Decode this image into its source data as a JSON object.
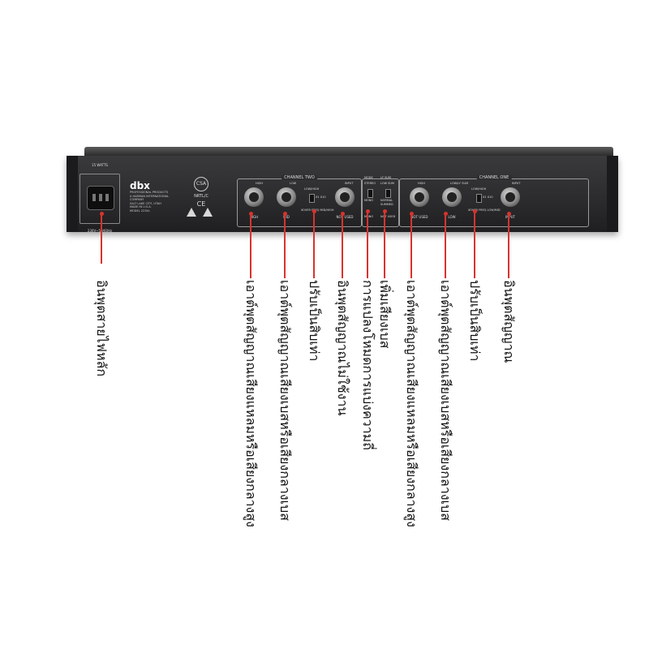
{
  "device": {
    "power_rating_top": "15 WATTS",
    "power_rating_bottom": "230V~50/60Hz",
    "brand": "dbx",
    "brand_lines": [
      "PROFESSIONAL PRODUCTS",
      "A HARMAN INTERNATIONAL",
      "COMPANY",
      "SALT LAKE CITY, UTAH",
      "MADE IN U.S.A.",
      "MODEL 223XL"
    ],
    "cert_text": "NRTL/C",
    "ce_mark": "CE",
    "channel_two": {
      "title": "CHANNEL TWO",
      "sub_high": "HIGH",
      "sub_low": "LOW",
      "switch_label": "LOW/HIGH",
      "range_label": "X1  X10",
      "freq_label": "XOVER FREQ MID/HIGH",
      "input_label": "INPUT",
      "high_label": "HIGH",
      "mid_label": "MID",
      "not_used_label": "NOT USED"
    },
    "mode": {
      "title": "MODE",
      "stereo": "STEREO",
      "mono": "MONO",
      "mono_label": "MONO"
    },
    "lf_sum": {
      "title": "LF SUM",
      "low_sum": "LOW SUM",
      "normal": "NORMAL",
      "summed": "SUMMED",
      "not_used": "NOT USED"
    },
    "channel_one": {
      "title": "CHANNEL ONE",
      "sub_high": "HIGH",
      "sub_low": "LOW/LF SUM",
      "switch_label": "LOW/HIGH",
      "range_label": "X1  X10",
      "freq_label": "XOVER FREQ LOW/MID",
      "input_label": "INPUT",
      "not_used_label": "NOT USED",
      "low_label": "LOW",
      "input_label_bottom": "INPUT"
    }
  },
  "callouts": [
    {
      "text": "อินพุตสายไฟหลัก"
    },
    {
      "text": "เอาต์พุตสัญญาณเสียงแหลมหรือเสียงกลางสูง"
    },
    {
      "text": "เอาต์พุตสัญญาณเสียงเบสหรือเสียงกลางเบส"
    },
    {
      "text": "ปรับเป็นสิบเท่า"
    },
    {
      "text": "อินพุตสัญญาณไม่ใช้งาน"
    },
    {
      "text": "การแปลงโหมดการแบ่งความถี่"
    },
    {
      "text": "เพิ่มเสียงเบส"
    },
    {
      "text": "เอาต์พุตสัญญาณเสียงแหลมหรือเสียงกลางสูง"
    },
    {
      "text": "เอาต์พุตสัญญาณเสียงเบสหรือเสียงกลางเบส"
    },
    {
      "text": "ปรับเป็นสิบเท่า"
    },
    {
      "text": "อินพุตสัญญาณ"
    }
  ],
  "colors": {
    "leader": "#d8332e",
    "chassis": "#2e2e30",
    "text": "#111111"
  }
}
